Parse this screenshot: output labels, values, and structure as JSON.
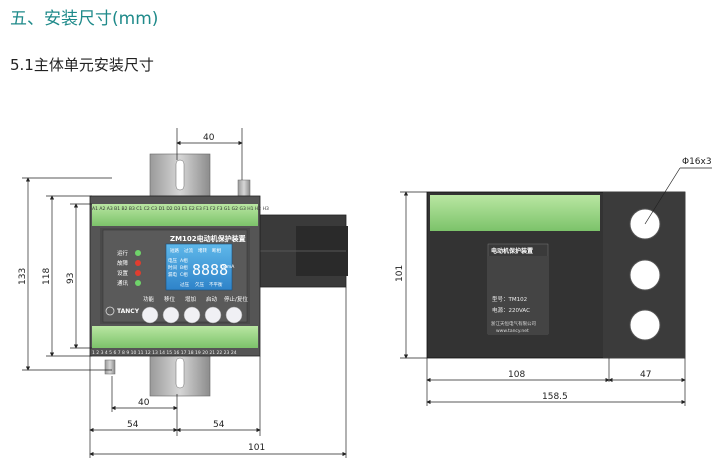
{
  "section_title": "五、安装尺寸(mm)",
  "subsection_title": "5.1主体单元安装尺寸",
  "front_view": {
    "device_model": "ZM102电动机保护装置",
    "brand": "TANCY",
    "lcd_digits": "8888",
    "lcd_units": "kS mA",
    "lcd_top_labels": [
      "短路",
      "过流",
      "堵转",
      "断相"
    ],
    "lcd_left_labels": [
      "电压",
      "时间",
      "漏电"
    ],
    "lcd_phase_labels": [
      "A相",
      "B相",
      "C相"
    ],
    "lcd_bottom_labels": [
      "过压",
      "欠压",
      "不平衡"
    ],
    "indicators": [
      "运行",
      "故障",
      "设置",
      "通讯"
    ],
    "buttons": [
      "功能",
      "移位",
      "增加",
      "启动",
      "停止/复位"
    ],
    "terminal_numbers_bottom": "1 2 3 4 5 6 7 8 9 10 11 12 13 14 15 16 17 18 19 20 21 22 23 24",
    "terminal_numbers_top": "A1 A2 A3 B1 B2 B3 C1 C2 C3 D1 D2 D3 E1 E2 E3 F1 F2 F3 G1 G2 G3 H1 H2 H3"
  },
  "front_dimensions": {
    "top_width": "40",
    "height_total": "133",
    "height_middle": "118",
    "height_inner": "93",
    "bottom_rail": "40",
    "bottom_left": "54",
    "bottom_right": "54",
    "bottom_total": "101"
  },
  "side_view": {
    "label_title": "电动机保护装置",
    "label_model": "型号：TM102",
    "label_power": "电源：220VAC",
    "label_maker": "浙江天恒电气有限公司",
    "label_web": "www.tancy.net",
    "hole_annotation": "Φ16x3"
  },
  "side_dimensions": {
    "height": "101",
    "width_left": "108",
    "width_right": "47",
    "width_total": "158.5"
  }
}
